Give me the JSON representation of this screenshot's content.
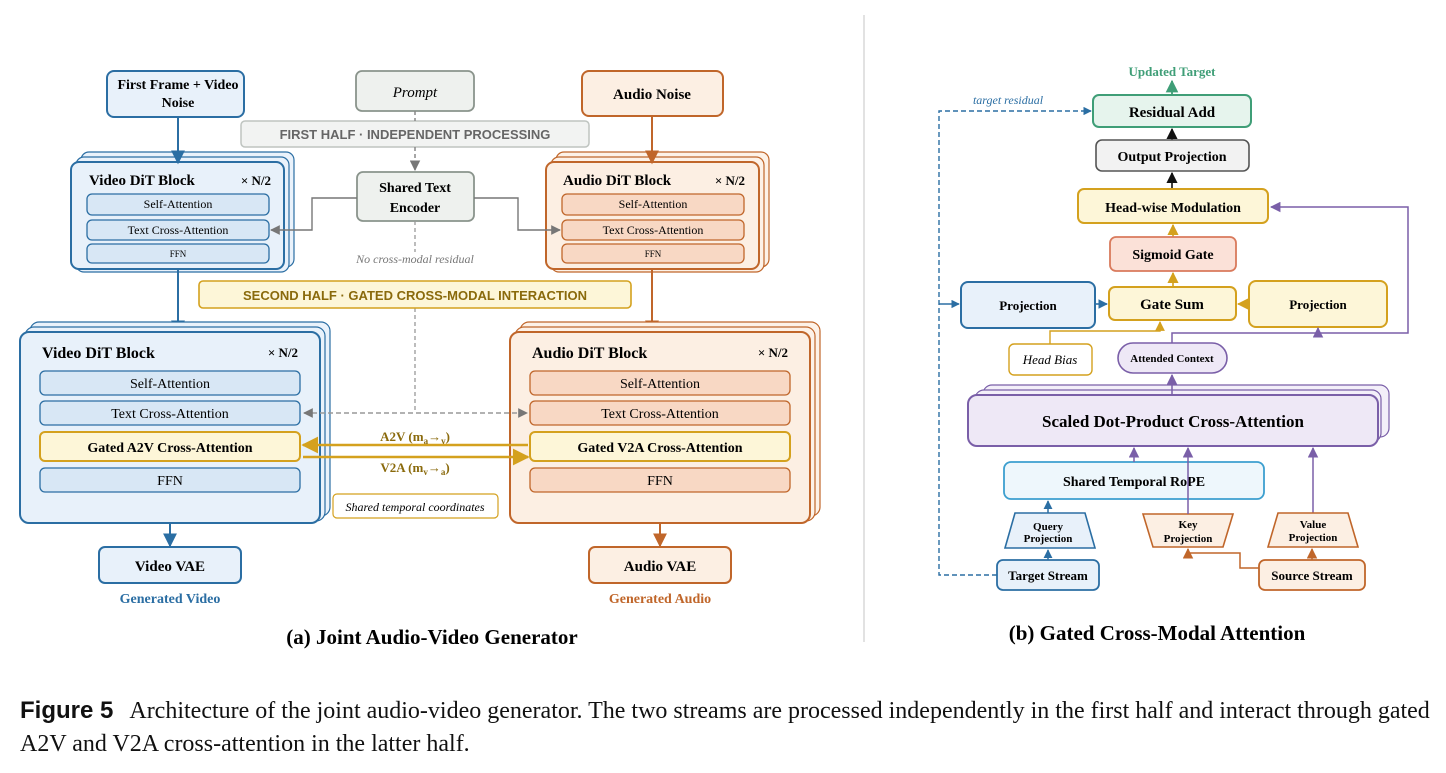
{
  "left": {
    "caption": "(a) Joint Audio-Video Generator",
    "video_input": [
      "First Frame + Video",
      "Noise"
    ],
    "prompt": "Prompt",
    "audio_input": "Audio Noise",
    "first_half_banner": "FIRST HALF · INDEPENDENT PROCESSING",
    "text_encoder": [
      "Shared Text",
      "Encoder"
    ],
    "no_residual": "No cross-modal residual",
    "second_half_banner": "SECOND HALF · GATED CROSS-MODAL INTERACTION",
    "video_block1": {
      "title": "Video DiT Block",
      "mult": "× N/2",
      "items": [
        "Self-Attention",
        "Text Cross-Attention",
        "FFN"
      ]
    },
    "audio_block1": {
      "title": "Audio DiT Block",
      "mult": "× N/2",
      "items": [
        "Self-Attention",
        "Text Cross-Attention",
        "FFN"
      ]
    },
    "video_block2": {
      "title": "Video DiT Block",
      "mult": "× N/2",
      "items": [
        "Self-Attention",
        "Text Cross-Attention",
        "Gated A2V Cross-Attention",
        "FFN"
      ]
    },
    "audio_block2": {
      "title": "Audio DiT Block",
      "mult": "× N/2",
      "items": [
        "Self-Attention",
        "Text Cross-Attention",
        "Gated V2A Cross-Attention",
        "FFN"
      ]
    },
    "a2v_label": {
      "main": "A2V",
      "m": "m",
      "sub1": "a",
      "arrow": "→",
      "sub2": "v"
    },
    "v2a_label": {
      "main": "V2A",
      "m": "m",
      "sub1": "v",
      "arrow": "→",
      "sub2": "a"
    },
    "shared_temporal": "Shared temporal coordinates",
    "video_vae": "Video VAE",
    "generated_video": "Generated Video",
    "audio_vae": "Audio VAE",
    "generated_audio": "Generated Audio"
  },
  "right": {
    "caption": "(b) Gated Cross-Modal Attention",
    "updated_target": "Updated Target",
    "target_residual": "target residual",
    "residual_add": "Residual Add",
    "output_projection": "Output Projection",
    "headwise_modulation": "Head-wise Modulation",
    "sigmoid_gate": "Sigmoid Gate",
    "projection_left": "Projection",
    "gate_sum": "Gate Sum",
    "projection_right": "Projection",
    "head_bias": "Head Bias",
    "attended_context": "Attended Context",
    "sdpa": "Scaled Dot-Product Cross-Attention",
    "rope": "Shared Temporal RoPE",
    "query_projection": [
      "Query",
      "Projection"
    ],
    "key_projection": [
      "Key",
      "Projection"
    ],
    "value_projection": [
      "Value",
      "Projection"
    ],
    "target_stream": "Target Stream",
    "source_stream": "Source Stream"
  },
  "figure_caption": {
    "label": "Figure 5",
    "text": "Architecture of the joint audio-video generator. The two streams are processed independently in the first half and interact through gated A2V and V2A cross-attention in the latter half."
  },
  "colors": {
    "video_stroke": "#2b6ea3",
    "video_fill": "#e8f1fa",
    "video_item": "#d8e7f5",
    "audio_stroke": "#c0662a",
    "audio_fill": "#fcefe3",
    "audio_item": "#f8d8c4",
    "gate_stroke": "#d4a11e",
    "gate_fill": "#fdf6d8",
    "gray_stroke": "#8a948c",
    "gray_fill": "#eef1ee",
    "green": "#3f9e77",
    "purple": "#7a5fa8",
    "purple_fill": "#eee8f6",
    "pink_fill": "#fbe1d8",
    "pink_stroke": "#d97a5c"
  }
}
